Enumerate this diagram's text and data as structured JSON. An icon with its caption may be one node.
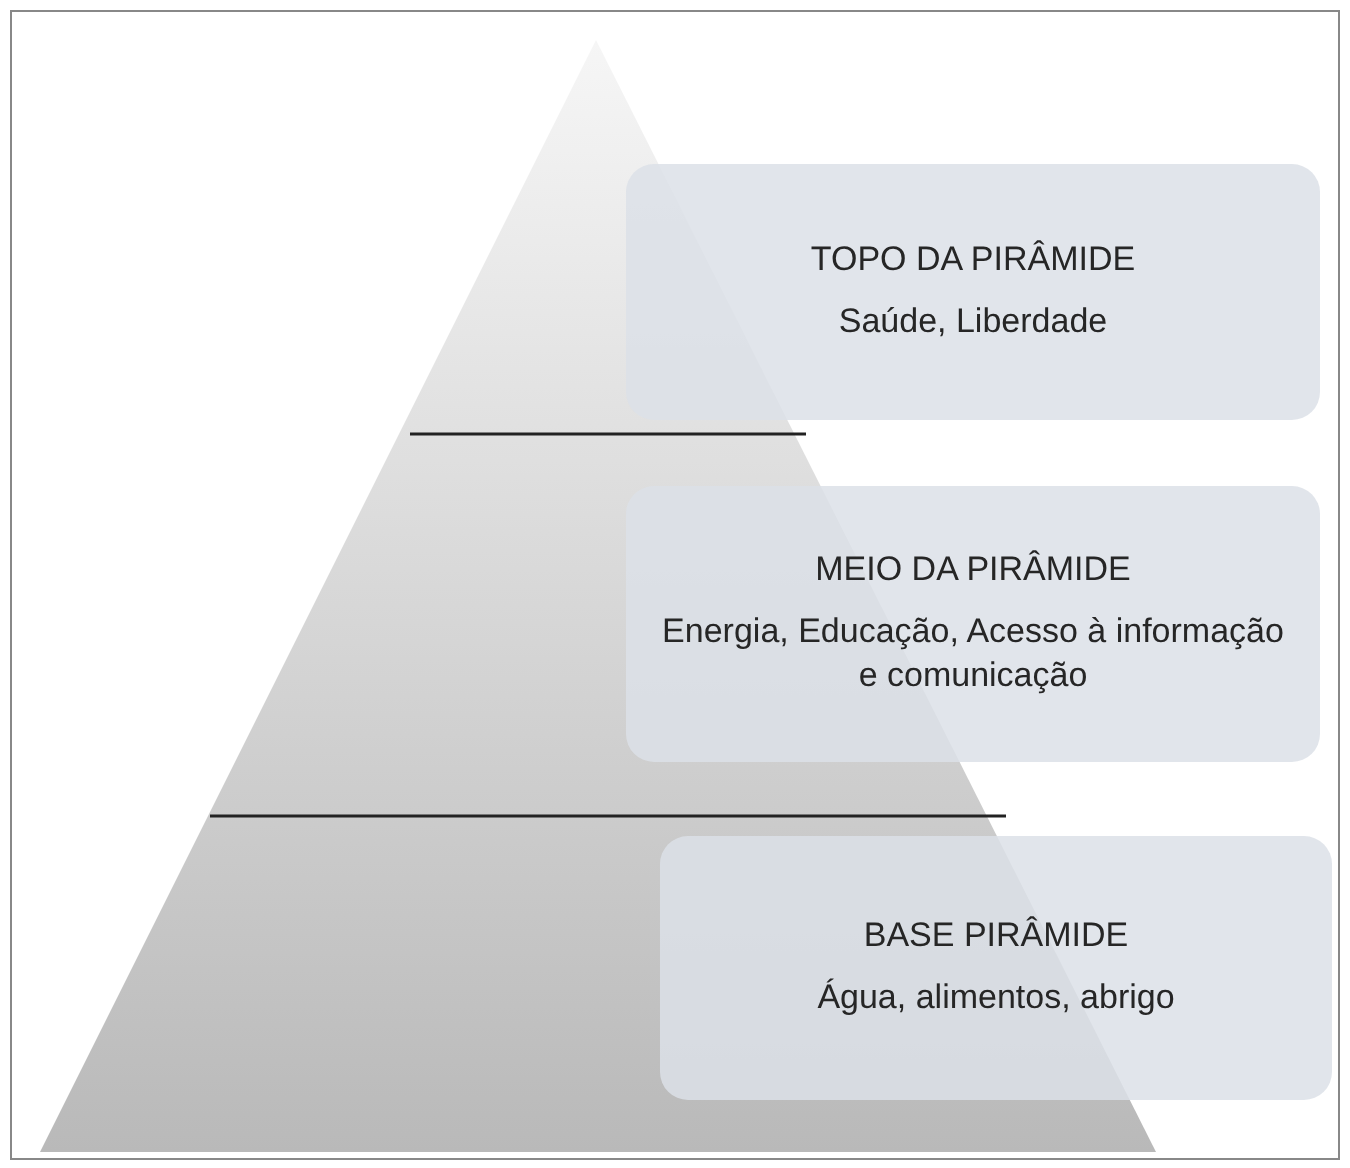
{
  "diagram": {
    "nodes": [
      {
        "text": [
          "TOPO DA PIRÂMIDE",
          "Saúde, Liberdade"
        ]
      },
      {
        "text": [
          "MEIO DA PIRÂMIDE",
          "Energia, Educação, Acesso à informação e comunicação"
        ]
      },
      {
        "text": [
          "BASE PIRÂMIDE",
          "Água, alimentos, abrigo"
        ]
      }
    ],
    "edges": []
  }
}
